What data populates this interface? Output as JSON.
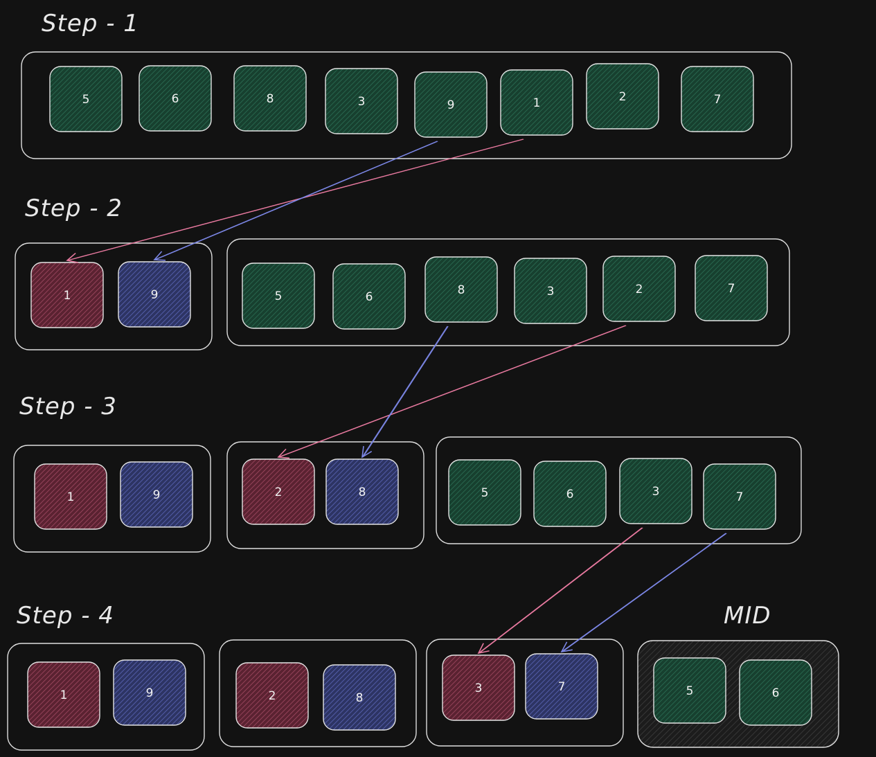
{
  "colors": {
    "background": "#121212",
    "green": "#1a4a3a",
    "red": "#6a2a3a",
    "blue": "#363e73",
    "pink_arrow": "#e97aa0",
    "blue_arrow": "#7c87e6",
    "stroke": "#dedede"
  },
  "steps": [
    {
      "label": "Step - 1",
      "groups": [
        {
          "items": [
            {
              "value": "5",
              "color": "green"
            },
            {
              "value": "6",
              "color": "green"
            },
            {
              "value": "8",
              "color": "green"
            },
            {
              "value": "3",
              "color": "green"
            },
            {
              "value": "9",
              "color": "green"
            },
            {
              "value": "1",
              "color": "green"
            },
            {
              "value": "2",
              "color": "green"
            },
            {
              "value": "7",
              "color": "green"
            }
          ]
        }
      ]
    },
    {
      "label": "Step - 2",
      "groups": [
        {
          "items": [
            {
              "value": "1",
              "color": "red"
            },
            {
              "value": "9",
              "color": "blue"
            }
          ]
        },
        {
          "items": [
            {
              "value": "5",
              "color": "green"
            },
            {
              "value": "6",
              "color": "green"
            },
            {
              "value": "8",
              "color": "green"
            },
            {
              "value": "3",
              "color": "green"
            },
            {
              "value": "2",
              "color": "green"
            },
            {
              "value": "7",
              "color": "green"
            }
          ]
        }
      ]
    },
    {
      "label": "Step - 3",
      "groups": [
        {
          "items": [
            {
              "value": "1",
              "color": "red"
            },
            {
              "value": "9",
              "color": "blue"
            }
          ]
        },
        {
          "items": [
            {
              "value": "2",
              "color": "red"
            },
            {
              "value": "8",
              "color": "blue"
            }
          ]
        },
        {
          "items": [
            {
              "value": "5",
              "color": "green"
            },
            {
              "value": "6",
              "color": "green"
            },
            {
              "value": "3",
              "color": "green"
            },
            {
              "value": "7",
              "color": "green"
            }
          ]
        }
      ]
    },
    {
      "label": "Step - 4",
      "groups": [
        {
          "items": [
            {
              "value": "1",
              "color": "red"
            },
            {
              "value": "9",
              "color": "blue"
            }
          ]
        },
        {
          "items": [
            {
              "value": "2",
              "color": "red"
            },
            {
              "value": "8",
              "color": "blue"
            }
          ]
        },
        {
          "items": [
            {
              "value": "3",
              "color": "red"
            },
            {
              "value": "7",
              "color": "blue"
            }
          ]
        },
        {
          "label": "MID",
          "shaded": true,
          "items": [
            {
              "value": "5",
              "color": "green"
            },
            {
              "value": "6",
              "color": "green"
            }
          ]
        }
      ]
    }
  ],
  "arrows": [
    {
      "from": "Step - 1: 1",
      "to": "Step - 2: 1",
      "color": "pink_arrow"
    },
    {
      "from": "Step - 1: 9",
      "to": "Step - 2: 9",
      "color": "blue_arrow"
    },
    {
      "from": "Step - 2: 2",
      "to": "Step - 3: 2",
      "color": "pink_arrow"
    },
    {
      "from": "Step - 2: 8",
      "to": "Step - 3: 8",
      "color": "blue_arrow"
    },
    {
      "from": "Step - 3: 3",
      "to": "Step - 4: 3",
      "color": "pink_arrow"
    },
    {
      "from": "Step - 3: 7",
      "to": "Step - 4: 7",
      "color": "blue_arrow"
    }
  ]
}
